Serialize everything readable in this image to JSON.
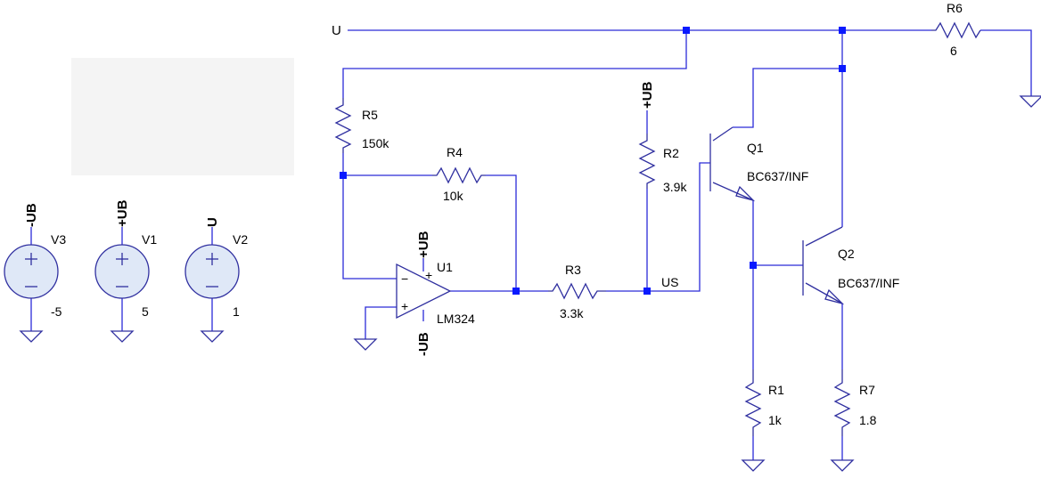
{
  "selection_box": true,
  "net_labels": {
    "u_input": "U",
    "us_node": "US",
    "v3_top": "-UB",
    "v1_top": "+UB",
    "v2_top": "U",
    "r2_supply": "+UB",
    "u1_pos_supply": "+UB",
    "u1_neg_supply": "-UB"
  },
  "sources": [
    {
      "name": "V3",
      "value": "-5"
    },
    {
      "name": "V1",
      "value": "5"
    },
    {
      "name": "V2",
      "value": "1"
    }
  ],
  "resistors": {
    "r1": {
      "name": "R1",
      "value": "1k"
    },
    "r2": {
      "name": "R2",
      "value": "3.9k"
    },
    "r3": {
      "name": "R3",
      "value": "3.3k"
    },
    "r4": {
      "name": "R4",
      "value": "10k"
    },
    "r5": {
      "name": "R5",
      "value": "150k"
    },
    "r6": {
      "name": "R6",
      "value": "6"
    },
    "r7": {
      "name": "R7",
      "value": "1.8"
    }
  },
  "opamp": {
    "name": "U1",
    "model": "LM324",
    "minus_sign": "−",
    "plus_sign": "+"
  },
  "transistors": {
    "q1": {
      "name": "Q1",
      "model": "BC637/INF"
    },
    "q2": {
      "name": "Q2",
      "model": "BC637/INF"
    }
  },
  "colors": {
    "wire": "#2b2bd8",
    "symbol": "#3030a0",
    "junction": "#0a1aff",
    "source_fill": "#dfe8f7",
    "selection": "#f4f4f4"
  }
}
